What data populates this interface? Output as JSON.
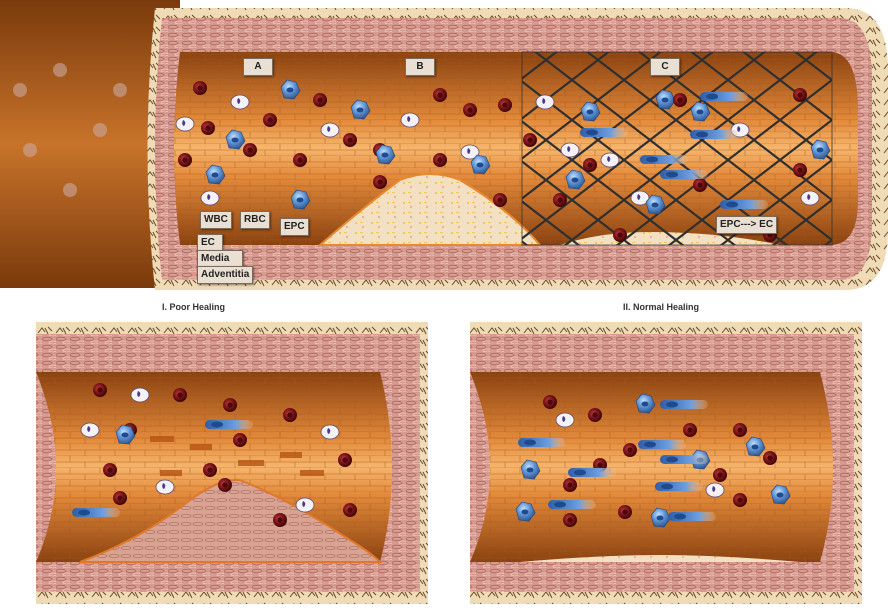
{
  "top_panel": {
    "section_labels": [
      "A",
      "B",
      "C"
    ],
    "cell_labels": {
      "wbc": "WBC",
      "rbc": "RBC",
      "epc": "EPC",
      "epc_to_ec": "EPC---> EC"
    },
    "layer_labels": {
      "ec": "EC",
      "media": "Media",
      "adventitia": "Adventitia"
    }
  },
  "bottom_panels": {
    "poor_healing_title": "I. Poor Healing",
    "normal_healing_title": "II. Normal Healing"
  },
  "colors": {
    "lumen": "#c8731f",
    "lumen_light": "#f0a85c",
    "media": "#d59a8f",
    "adventitia": "#f0dcb8",
    "rbc": "#7a1418",
    "epc": "#5b8fd0",
    "plaque": "#f3dfc0",
    "stent": "#3a3a3a"
  }
}
